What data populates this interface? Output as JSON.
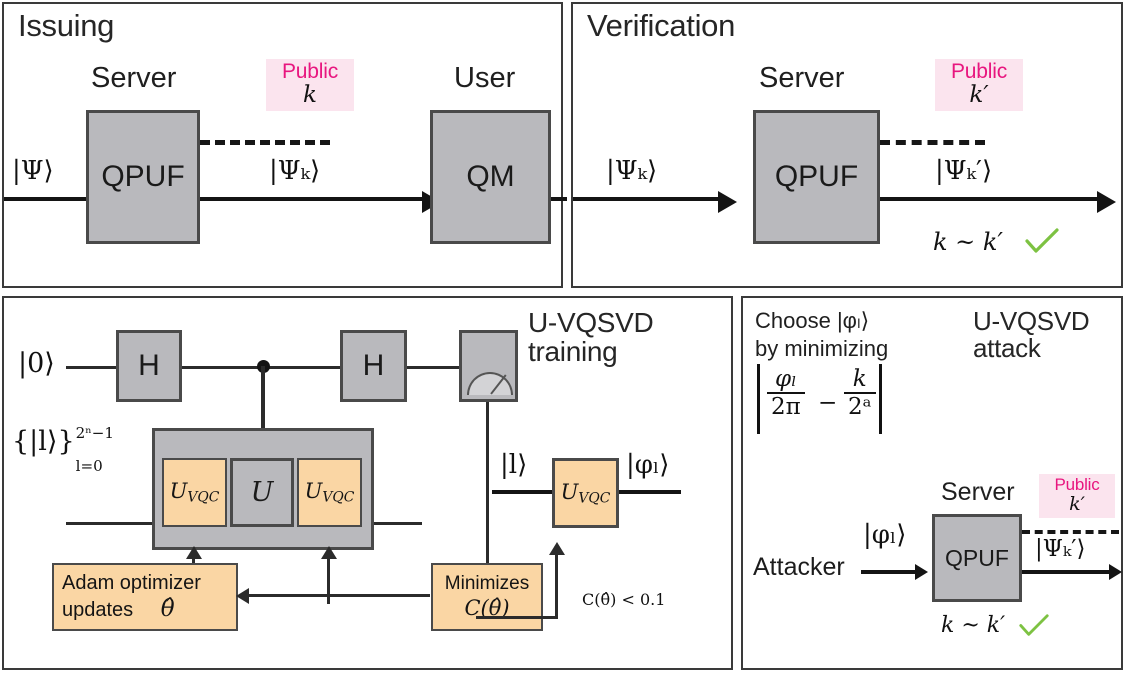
{
  "figure": {
    "panels": {
      "issuing": {
        "title": "Issuing",
        "input_state": "|Ψ⟩",
        "server_label": "Server",
        "server_box": "QPUF",
        "user_label": "User",
        "user_box": "QM",
        "output_state": "|Ψₖ⟩",
        "public_badge": {
          "label": "Public",
          "key": "k"
        }
      },
      "verification": {
        "title": "Verification",
        "input_state": "|Ψₖ⟩",
        "server_label": "Server",
        "server_box": "QPUF",
        "output_state": "|Ψₖ′⟩",
        "public_badge": {
          "label": "Public",
          "key": "k′"
        },
        "match_text": "k ~ k′",
        "match_icon": "check-icon"
      },
      "training": {
        "title": "U-VQSVD\ntraining",
        "ancilla_state": "|0⟩",
        "register_state": "{|l⟩}",
        "register_sup": "2ⁿ−1",
        "register_sub": "l=0",
        "hadamard_1": "H",
        "hadamard_2": "H",
        "measurement_icon": "measurement-meter-icon",
        "gate_uvqc_left": "U_VQC",
        "gate_u": "U",
        "gate_uvqc_right": "U_VQC",
        "optimizer_box": "Adam optimizer\nupdates  θ̂",
        "optimizer_line_1": "Adam optimizer",
        "optimizer_line_2": "updates",
        "optimizer_symbol": "θ̂",
        "cost_box_line_1": "Minimizes",
        "cost_box_line_2": "C(θ̂)",
        "threshold_label": "C(θ̂) < 0.1",
        "out_input_state": "|l⟩",
        "out_gate": "U_VQC",
        "out_output_state": "|φₗ⟩"
      },
      "attack": {
        "title": "U-VQSVD\nattack",
        "instruction_line_1": "Choose |φₗ⟩",
        "instruction_line_2": "by minimizing",
        "objective": {
          "left_num": "φₗ",
          "left_den": "2π",
          "operator": "−",
          "right_num": "k",
          "right_den": "2ᵃ"
        },
        "attacker_label": "Attacker",
        "attacker_state": "|φₗ⟩",
        "server_label": "Server",
        "server_box": "QPUF",
        "output_state": "|Ψₖ′⟩",
        "public_badge": {
          "label": "Public",
          "key": "k′"
        },
        "match_text": "k ~ k′",
        "match_icon": "check-icon"
      }
    },
    "colors": {
      "quantum_gray": "#b9b9bd",
      "variational_peach": "#fad6a4",
      "public_pink_bg": "#fbe4ee",
      "public_magenta": "#e8167f",
      "check_green": "#7dc242",
      "stroke": "#4a4a4a"
    }
  }
}
